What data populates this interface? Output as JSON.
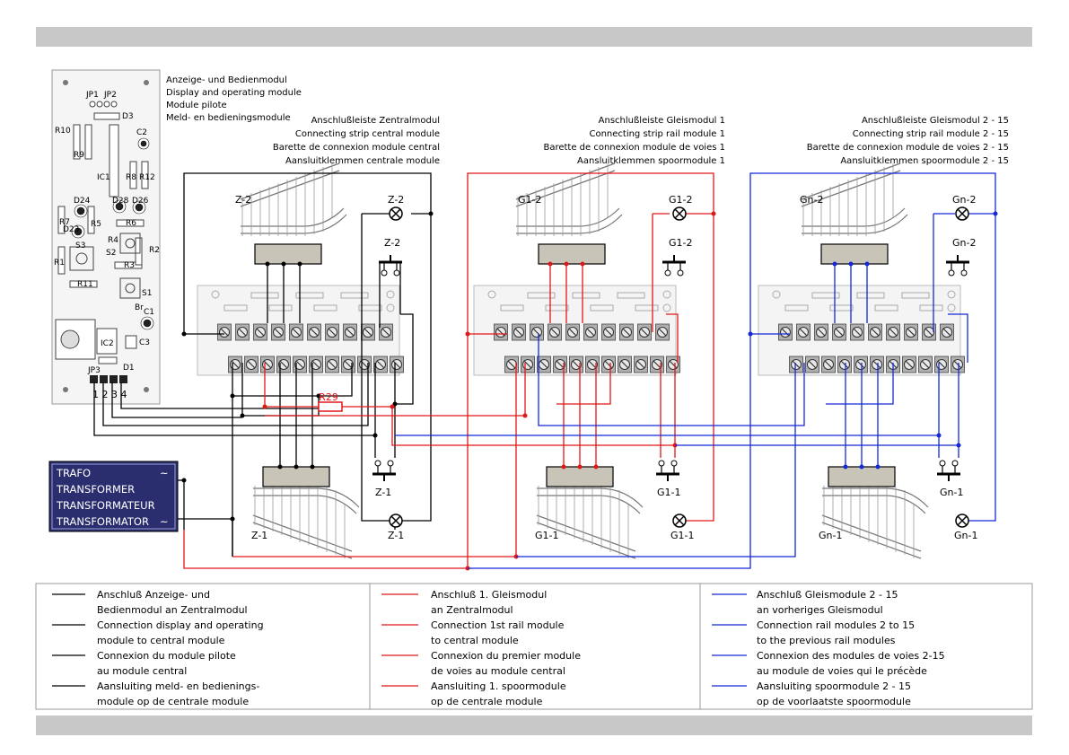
{
  "header": {
    "module_title": [
      "Anzeige- und Bedienmodul",
      "Display and operating module",
      "Module pilote",
      "Meld- en bedieningsmodule"
    ],
    "central": [
      "Anschlußleiste Zentralmodul",
      "Connecting strip central module",
      "Barette de connexion module central",
      "Aansluitklemmen centrale module"
    ],
    "rail1": [
      "Anschlußleiste Gleismodul 1",
      "Connecting strip rail module 1",
      "Barette de connexion module de voies 1",
      "Aansluitklemmen spoormodule 1"
    ],
    "rail2": [
      "Anschlußleiste Gleismodul 2 - 15",
      "Connecting strip rail module 2 - 15",
      "Barette de connexion module de voies 2 - 15",
      "Aansluitklemmen spoormodule 2 - 15"
    ]
  },
  "board": {
    "labels": [
      "JP1",
      "JP2",
      "D3",
      "R10",
      "R9",
      "C2",
      "IC1",
      "R8",
      "R12",
      "D24",
      "D28",
      "D26",
      "R7",
      "D23",
      "R6",
      "R5",
      "S3",
      "R4",
      "S2",
      "R2",
      "R3",
      "R1",
      "R11",
      "S1",
      "Br",
      "IC2",
      "C1",
      "C3",
      "D1",
      "JP3"
    ],
    "jp3_pins": "1 2 3 4"
  },
  "components": {
    "resistor": "R29",
    "central": {
      "turnout_top": "Z-2",
      "lamp_top": "Z-2",
      "button_top": "Z-2",
      "turnout_bottom": "Z-1",
      "lamp_bottom": "Z-1",
      "button_bottom": "Z-1"
    },
    "rail1": {
      "turnout_top": "G1-2",
      "lamp_top": "G1-2",
      "button_top": "G1-2",
      "turnout_bottom": "G1-1",
      "lamp_bottom": "G1-1",
      "button_bottom": "G1-1"
    },
    "rail2": {
      "turnout_top": "Gn-2",
      "lamp_top": "Gn-2",
      "button_top": "Gn-2",
      "turnout_bottom": "Gn-1",
      "lamp_bottom": "Gn-1",
      "button_bottom": "Gn-1"
    }
  },
  "transformer": {
    "lines": [
      "TRAFO",
      "TRANSFORMER",
      "TRANSFORMATEUR",
      "TRANSFORMATOR"
    ],
    "ac_symbol": "~"
  },
  "legend": {
    "black": [
      "Anschluß Anzeige- und",
      "Bedienmodul an Zentralmodul",
      "Connection display and operating",
      "module to central module",
      "Connexion du module pilote",
      "au module central",
      "Aansluiting meld- en bedienings-",
      "module op de centrale module"
    ],
    "red": [
      "Anschluß 1. Gleismodul",
      "an Zentralmodul",
      "Connection 1st rail module",
      "to central module",
      "Connexion du premier module",
      "de voies au module central",
      "Aansluiting 1. spoormodule",
      "op de centrale module"
    ],
    "blue": [
      "Anschluß Gleismodule 2 - 15",
      "an vorheriges Gleismodul",
      "Connection rail modules 2 to 15",
      "to the previous rail modules",
      "Connexion des modules de voies 2-15",
      "au module de voies qui le précède",
      "Aansluiting spoormodule 2 - 15",
      "op de voorlaatste spoormodule"
    ]
  },
  "colors": {
    "black": "#000000",
    "red": "#e01818",
    "blue": "#1428d8",
    "gray_bar": "#c8c8c8",
    "trafo_bg": "#2a2e6e",
    "terminal": "#b8b8b8"
  }
}
